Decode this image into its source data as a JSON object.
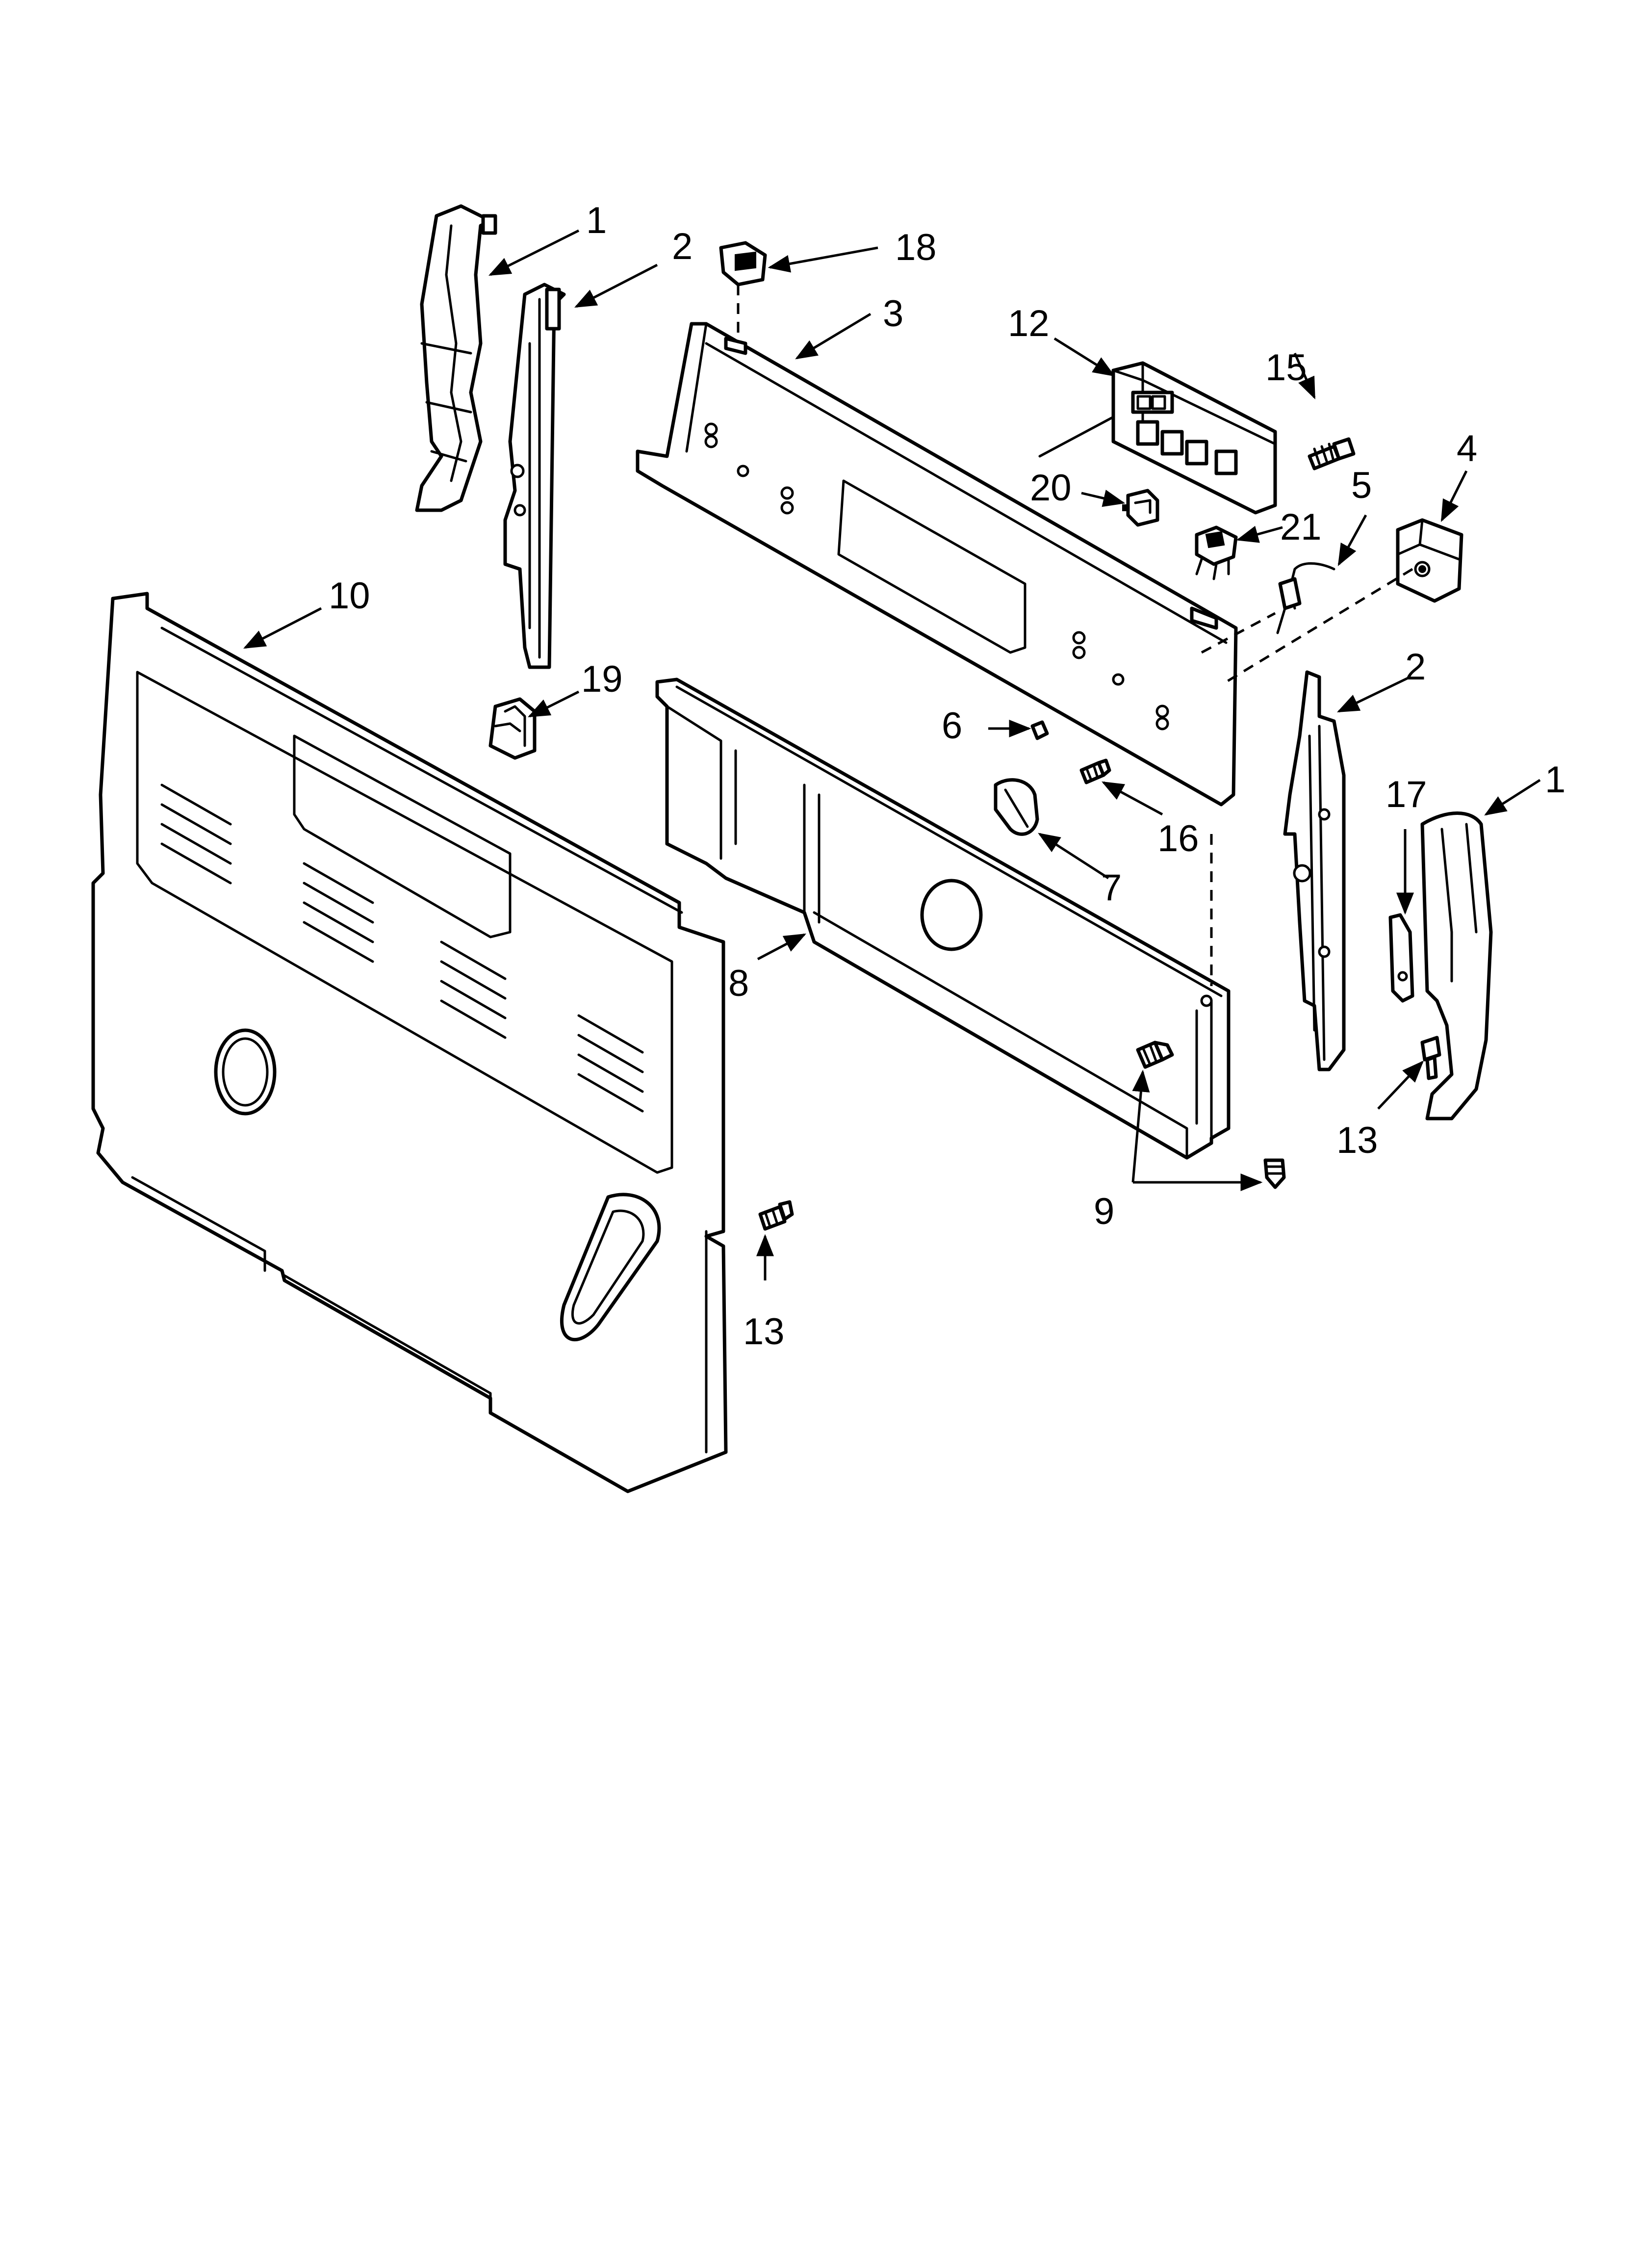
{
  "callouts": [
    {
      "id": "c1a",
      "text": "1"
    },
    {
      "id": "c2a",
      "text": "2"
    },
    {
      "id": "c18",
      "text": "18"
    },
    {
      "id": "c3",
      "text": "3"
    },
    {
      "id": "c12",
      "text": "12"
    },
    {
      "id": "c15",
      "text": "15"
    },
    {
      "id": "c4",
      "text": "4"
    },
    {
      "id": "c20",
      "text": "20"
    },
    {
      "id": "c5",
      "text": "5"
    },
    {
      "id": "c21",
      "text": "21"
    },
    {
      "id": "c10",
      "text": "10"
    },
    {
      "id": "c19",
      "text": "19"
    },
    {
      "id": "c2b",
      "text": "2"
    },
    {
      "id": "c6",
      "text": "6"
    },
    {
      "id": "c1b",
      "text": "1"
    },
    {
      "id": "c17",
      "text": "17"
    },
    {
      "id": "c16",
      "text": "16"
    },
    {
      "id": "c7",
      "text": "7"
    },
    {
      "id": "c8",
      "text": "8"
    },
    {
      "id": "c13a",
      "text": "13"
    },
    {
      "id": "c9",
      "text": "9"
    },
    {
      "id": "c13b",
      "text": "13"
    }
  ]
}
